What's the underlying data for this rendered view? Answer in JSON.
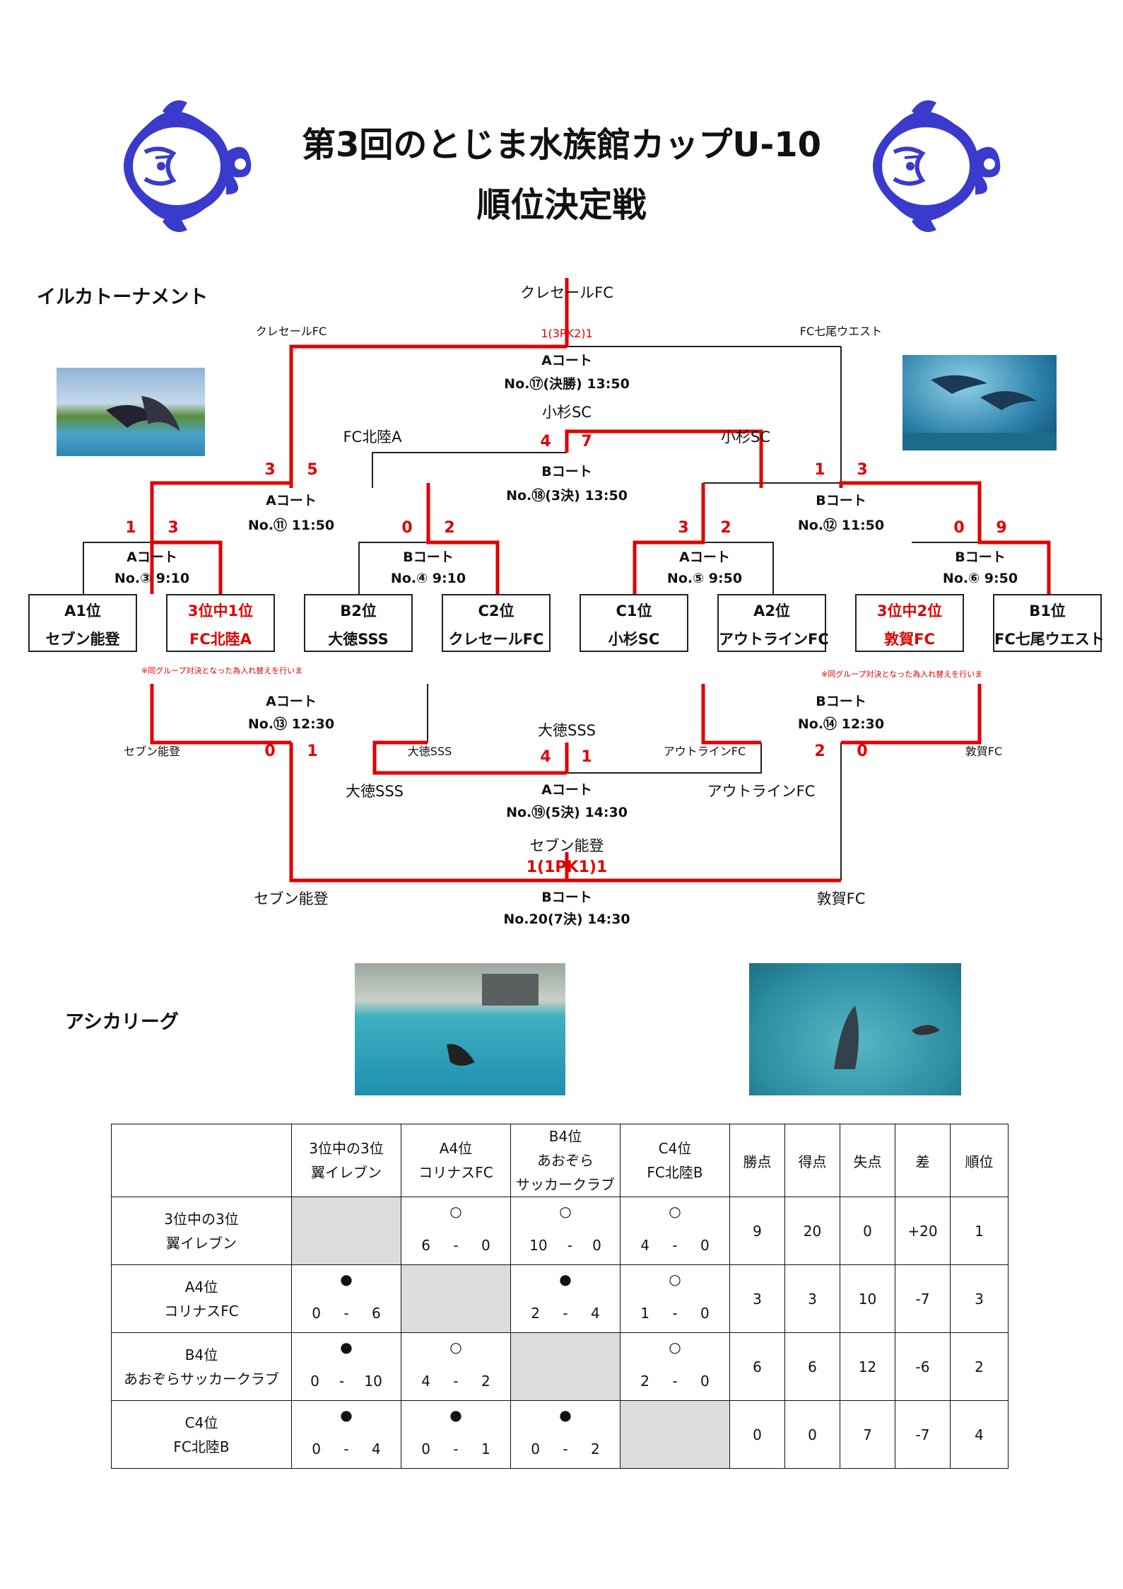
{
  "header": {
    "title_line1": "第3回のとじま水族館カップU-10",
    "title_line2": "順位決定戦"
  },
  "sections": {
    "tournament": "イルカトーナメント",
    "league": "アシカリーグ"
  },
  "tournament": {
    "final_winner": "クレセールFC",
    "final_left": "クレセールFC",
    "final_right": "FC七尾ウエスト",
    "final_score": "1(3PK2)1",
    "final_court": "Aコート",
    "final_no": "No.⑰(決勝) 13:50",
    "third_winner": "小杉SC",
    "third_left": "FC北陸A",
    "third_right": "小杉SC",
    "third_score_l": "4",
    "third_score_r": "7",
    "third_court": "Bコート",
    "third_no": "No.⑱(3決) 13:50",
    "semi1_court": "Aコート",
    "semi1_no": "No.⑪ 11:50",
    "semi1_score_l": "3",
    "semi1_score_r": "5",
    "semi2_court": "Bコート",
    "semi2_no": "No.⑫ 11:50",
    "semi2_score_l": "1",
    "semi2_score_r": "3",
    "q1_court": "Aコート",
    "q1_no": "No.③ 9:10",
    "q1_l": "1",
    "q1_r": "3",
    "q2_court": "Bコート",
    "q2_no": "No.④ 9:10",
    "q2_l": "0",
    "q2_r": "2",
    "q3_court": "Aコート",
    "q3_no": "No.⑤ 9:50",
    "q3_l": "3",
    "q3_r": "2",
    "q4_court": "Bコート",
    "q4_no": "No.⑥ 9:50",
    "q4_l": "0",
    "q4_r": "9",
    "teams": [
      {
        "seed": "A1位",
        "name": "セブン能登",
        "highlight": false
      },
      {
        "seed": "3位中1位",
        "name": "FC北陸A",
        "highlight": true
      },
      {
        "seed": "B2位",
        "name": "大徳SSS",
        "highlight": false
      },
      {
        "seed": "C2位",
        "name": "クレセールFC",
        "highlight": false
      },
      {
        "seed": "C1位",
        "name": "小杉SC",
        "highlight": false
      },
      {
        "seed": "A2位",
        "name": "アウトラインFC",
        "highlight": false
      },
      {
        "seed": "3位中2位",
        "name": "敦賀FC",
        "highlight": true
      },
      {
        "seed": "B1位",
        "name": "FC七尾ウエスト",
        "highlight": false
      }
    ],
    "note_left": "※同グループ対決となった為入れ替えを行いま",
    "note_right": "※同グループ対決となった為入れ替えを行いま",
    "c1_court": "Aコート",
    "c1_no": "No.⑬ 12:30",
    "c1_left": "セブン能登",
    "c1_right": "大徳SSS",
    "c1_l": "0",
    "c1_r": "1",
    "c2_court": "Bコート",
    "c2_no": "No.⑭ 12:30",
    "c2_left": "アウトラインFC",
    "c2_right": "敦賀FC",
    "c2_l": "2",
    "c2_r": "0",
    "fifth_winner": "大徳SSS",
    "fifth_left": "大徳SSS",
    "fifth_right": "アウトラインFC",
    "fifth_l": "4",
    "fifth_r": "1",
    "fifth_court": "Aコート",
    "fifth_no": "No.⑲(5決) 14:30",
    "seventh_winner": "セブン能登",
    "seventh_score": "1(1PK1)1",
    "seventh_left": "セブン能登",
    "seventh_right": "敦賀FC",
    "seventh_court": "Bコート",
    "seventh_no": "No.20(7決) 14:30"
  },
  "league": {
    "col_headers": [
      {
        "l1": "3位中の3位",
        "l2": "翼イレブン",
        "l3": ""
      },
      {
        "l1": "A4位",
        "l2": "コリナスFC",
        "l3": ""
      },
      {
        "l1": "B4位",
        "l2": "あおぞら",
        "l3": "サッカークラブ"
      },
      {
        "l1": "C4位",
        "l2": "FC北陸B",
        "l3": ""
      }
    ],
    "stat_headers": [
      "勝点",
      "得点",
      "失点",
      "差",
      "順位"
    ],
    "rows": [
      {
        "l1": "3位中の3位",
        "l2": "翼イレブン",
        "cells": [
          null,
          {
            "m": "○",
            "a": "6",
            "b": "0"
          },
          {
            "m": "○",
            "a": "10",
            "b": "0"
          },
          {
            "m": "○",
            "a": "4",
            "b": "0"
          }
        ],
        "stats": [
          "9",
          "20",
          "0",
          "+20",
          "1"
        ]
      },
      {
        "l1": "A4位",
        "l2": "コリナスFC",
        "cells": [
          {
            "m": "●",
            "a": "0",
            "b": "6"
          },
          null,
          {
            "m": "●",
            "a": "2",
            "b": "4"
          },
          {
            "m": "○",
            "a": "1",
            "b": "0"
          }
        ],
        "stats": [
          "3",
          "3",
          "10",
          "-7",
          "3"
        ]
      },
      {
        "l1": "B4位",
        "l2": "あおぞらサッカークラブ",
        "cells": [
          {
            "m": "●",
            "a": "0",
            "b": "10"
          },
          {
            "m": "○",
            "a": "4",
            "b": "2"
          },
          null,
          {
            "m": "○",
            "a": "2",
            "b": "0"
          }
        ],
        "stats": [
          "6",
          "6",
          "12",
          "-6",
          "2"
        ]
      },
      {
        "l1": "C4位",
        "l2": "FC北陸B",
        "cells": [
          {
            "m": "●",
            "a": "0",
            "b": "4"
          },
          {
            "m": "●",
            "a": "0",
            "b": "1"
          },
          {
            "m": "●",
            "a": "0",
            "b": "2"
          },
          null
        ],
        "stats": [
          "0",
          "0",
          "7",
          "-7",
          "4"
        ]
      }
    ],
    "dash": "-"
  },
  "colors": {
    "win_line": "#e00000",
    "line": "#222222",
    "fish": "#3a3acc",
    "cell_gray": "#dcdcdc"
  }
}
